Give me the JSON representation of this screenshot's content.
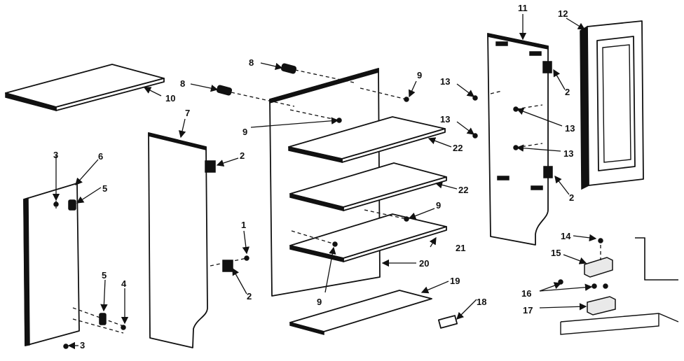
{
  "labels": {
    "l1": "1",
    "l2a": "2",
    "l2b": "2",
    "l2c": "2",
    "l2d": "2",
    "l3a": "3",
    "l3b": "3",
    "l4": "4",
    "l5a": "5",
    "l5b": "5",
    "l6": "6",
    "l7": "7",
    "l8a": "8",
    "l8b": "8",
    "l9a": "9",
    "l9b": "9",
    "l9c": "9",
    "l9d": "9",
    "l10": "10",
    "l11": "11",
    "l12": "12",
    "l13a": "13",
    "l13b": "13",
    "l13c": "13",
    "l13d": "13",
    "l14": "14",
    "l15": "15",
    "l16": "16",
    "l17": "17",
    "l18": "18",
    "l19": "19",
    "l20": "20",
    "l21": "21",
    "l22a": "22",
    "l22b": "22"
  }
}
